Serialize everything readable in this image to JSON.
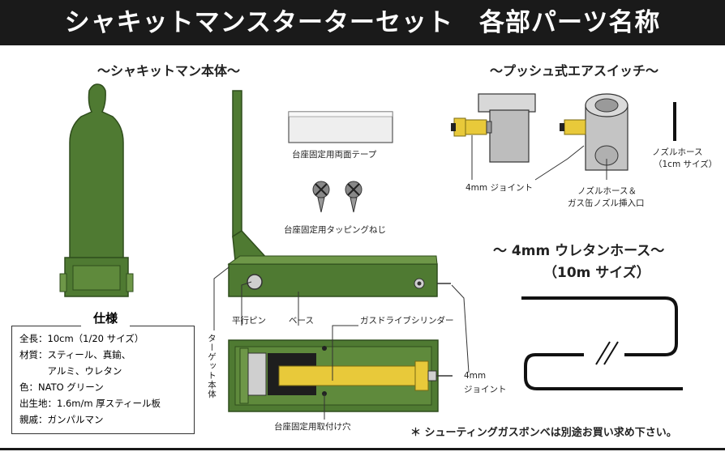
{
  "title": "シャキットマンスターターセット　各部パーツ名称",
  "sections": {
    "body": "〜シャキットマン本体〜",
    "switch": "〜プッシュ式エアスイッチ〜",
    "hose_line1": "〜 4mm ウレタンホース〜",
    "hose_line2": "（10m サイズ）"
  },
  "labels": {
    "tape": "台座固定用両面テープ",
    "screws": "台座固定用タッピングねじ",
    "joint_switch": "4mm ジョイント",
    "nozzle_hose_switch_line1": "ノズルホース＆",
    "nozzle_hose_switch_line2": "ガス缶ノズル挿入口",
    "nozzle_hose_line1": "ノズルホース",
    "nozzle_hose_line2": "（1cm サイズ）",
    "parallel_pin": "平行ピン",
    "base": "ベース",
    "gas_cylinder": "ガスドライブシリンダー",
    "target_body": "ターゲット本体",
    "joint_body_line1": "4mm",
    "joint_body_line2": "ジョイント",
    "mount_holes": "台座固定用取付け穴"
  },
  "specs": {
    "heading": "仕様",
    "rows": [
      "全長：10cm（1/20 サイズ）",
      "材質：スティール、真鍮、",
      "　　　アルミ、ウレタン",
      "色：NATO グリーン",
      "出生地：1.6m/m 厚スティール板",
      "親戚：ガンパルマン"
    ]
  },
  "note": "＊ シューティングガスボンベは別途お買い求め下さい。",
  "colors": {
    "green": "#4f7a32",
    "green_dark": "#2f4d1c",
    "green_light": "#6e9748",
    "brass": "#e8c93a",
    "steel": "#cfcfcf",
    "title_bg": "#1a1a1a"
  }
}
